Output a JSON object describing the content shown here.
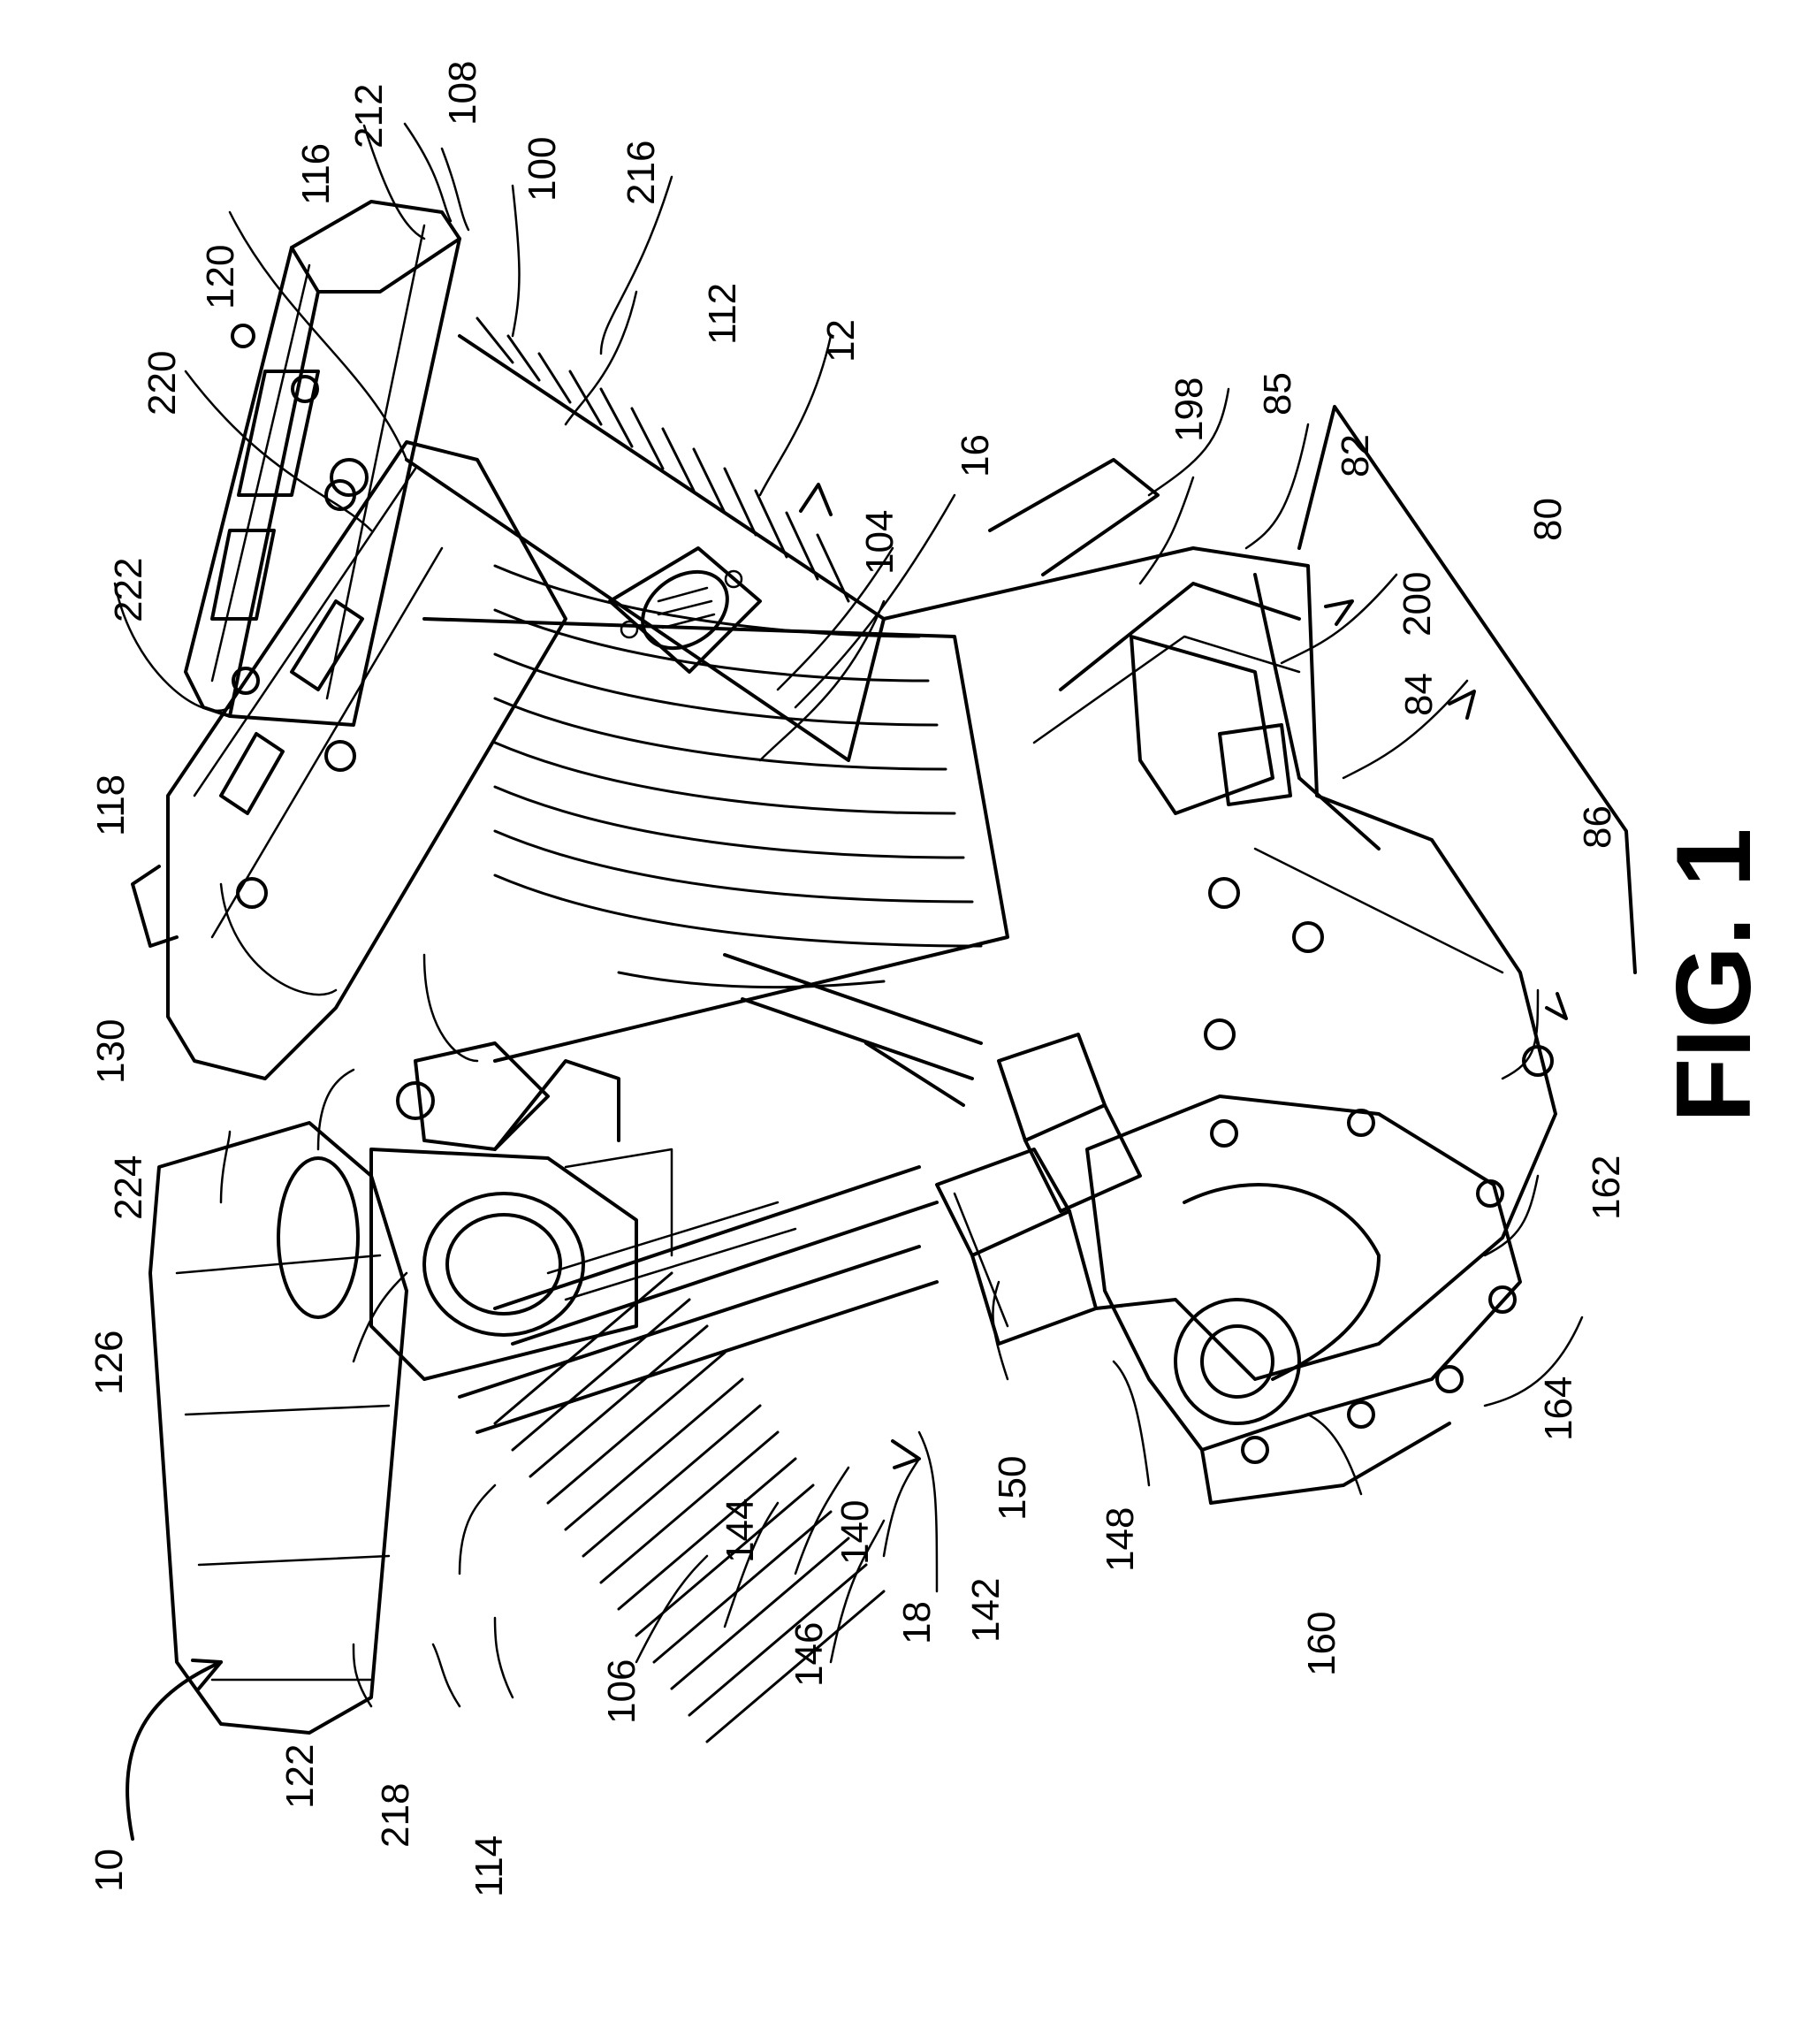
{
  "figure": {
    "title": "FIG. 1"
  },
  "labels": [
    {
      "id": "ref-10",
      "text": "10"
    },
    {
      "id": "ref-12",
      "text": "12"
    },
    {
      "id": "ref-16",
      "text": "16"
    },
    {
      "id": "ref-18",
      "text": "18"
    },
    {
      "id": "ref-80",
      "text": "80"
    },
    {
      "id": "ref-82",
      "text": "82"
    },
    {
      "id": "ref-84",
      "text": "84"
    },
    {
      "id": "ref-85",
      "text": "85"
    },
    {
      "id": "ref-86",
      "text": "86"
    },
    {
      "id": "ref-100",
      "text": "100"
    },
    {
      "id": "ref-104",
      "text": "104"
    },
    {
      "id": "ref-106",
      "text": "106"
    },
    {
      "id": "ref-108",
      "text": "108"
    },
    {
      "id": "ref-112",
      "text": "112"
    },
    {
      "id": "ref-114",
      "text": "114"
    },
    {
      "id": "ref-116",
      "text": "116"
    },
    {
      "id": "ref-118",
      "text": "118"
    },
    {
      "id": "ref-120",
      "text": "120"
    },
    {
      "id": "ref-122",
      "text": "122"
    },
    {
      "id": "ref-126",
      "text": "126"
    },
    {
      "id": "ref-130",
      "text": "130"
    },
    {
      "id": "ref-140",
      "text": "140"
    },
    {
      "id": "ref-142",
      "text": "142"
    },
    {
      "id": "ref-144",
      "text": "144"
    },
    {
      "id": "ref-146",
      "text": "146"
    },
    {
      "id": "ref-148",
      "text": "148"
    },
    {
      "id": "ref-150",
      "text": "150"
    },
    {
      "id": "ref-160",
      "text": "160"
    },
    {
      "id": "ref-162",
      "text": "162"
    },
    {
      "id": "ref-164",
      "text": "164"
    },
    {
      "id": "ref-198",
      "text": "198"
    },
    {
      "id": "ref-200",
      "text": "200"
    },
    {
      "id": "ref-212",
      "text": "212"
    },
    {
      "id": "ref-216",
      "text": "216"
    },
    {
      "id": "ref-218",
      "text": "218"
    },
    {
      "id": "ref-220",
      "text": "220"
    },
    {
      "id": "ref-222",
      "text": "222"
    },
    {
      "id": "ref-224",
      "text": "224"
    }
  ]
}
